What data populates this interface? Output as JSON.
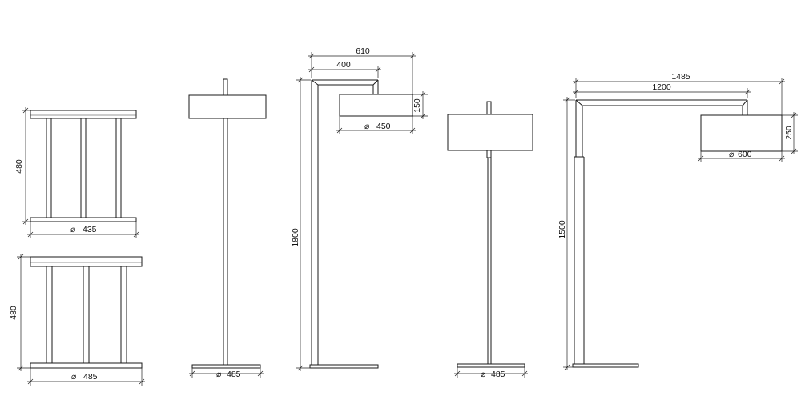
{
  "views": [
    {
      "id": "side-table-small",
      "height_label": "480",
      "diameter_symbol": "⌀",
      "diameter_label": "435"
    },
    {
      "id": "side-table-large",
      "height_label": "480",
      "diameter_symbol": "⌀",
      "diameter_label": "485"
    },
    {
      "id": "floor-lamp-straight",
      "diameter_symbol": "⌀",
      "diameter_label": "485"
    },
    {
      "id": "arc-lamp-medium",
      "overall_width_label": "610",
      "arm_width_label": "400",
      "shade_height_label": "150",
      "shade_diameter_symbol": "⌀",
      "shade_diameter_label": "450",
      "height_label": "1800"
    },
    {
      "id": "floor-lamp-straight-2",
      "diameter_symbol": "⌀",
      "diameter_label": "485"
    },
    {
      "id": "arc-lamp-large",
      "overall_width_label": "1485",
      "arm_width_label": "1200",
      "shade_height_label": "250",
      "shade_diameter_symbol": "⌀",
      "shade_diameter_label": "600",
      "height_label": "1500"
    }
  ]
}
